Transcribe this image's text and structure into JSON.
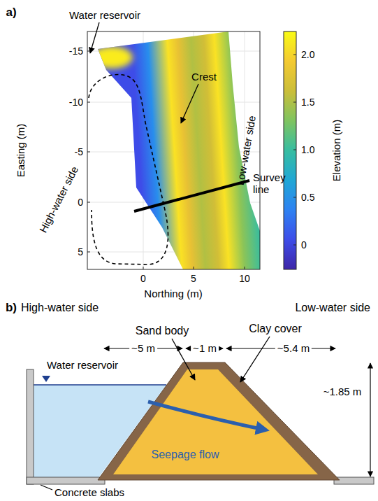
{
  "diagram": {
    "labels": [
      "a)",
      "Water reservoir",
      "Crest",
      "Low-water side",
      "High-water side",
      "Survey line",
      "Easting (m)",
      "Northing (m)",
      "Elevation (m)",
      "-15",
      "-10",
      "-5",
      "0",
      "5",
      "0",
      "5",
      "10",
      "0",
      "0.5",
      "1.0",
      "1.5",
      "2.0",
      "b)",
      "High-water side",
      "Low-water side",
      "Water reservoir",
      "Sand body",
      "Clay cover",
      "Seepage flow",
      "~5 m",
      "~1 m",
      "~5.4 m",
      "~1.85 m",
      "Concrete slabs"
    ]
  }
}
